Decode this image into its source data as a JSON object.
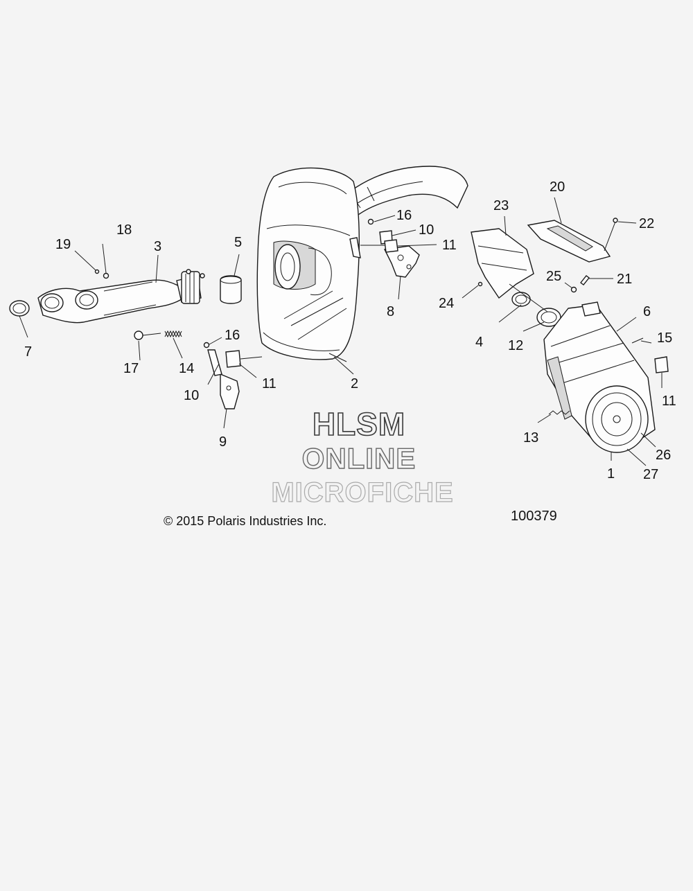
{
  "watermark": {
    "line1": "HLSM",
    "line2": "ONLINE",
    "line3": "MICROFICHE"
  },
  "copyright": "© 2015 Polaris Industries Inc.",
  "figure_number": "100379",
  "callouts": {
    "c1": "1",
    "c2": "2",
    "c3": "3",
    "c4": "4",
    "c5": "5",
    "c6": "6",
    "c7": "7",
    "c8": "8",
    "c9": "9",
    "c10a": "10",
    "c10b": "10",
    "c11a": "11",
    "c11b": "11",
    "c11c": "11",
    "c12": "12",
    "c13": "13",
    "c14": "14",
    "c15": "15",
    "c16a": "16",
    "c16b": "16",
    "c17": "17",
    "c18": "18",
    "c19": "19",
    "c20": "20",
    "c21": "21",
    "c22": "22",
    "c23": "23",
    "c24": "24",
    "c25": "25",
    "c26": "26",
    "c27": "27"
  }
}
